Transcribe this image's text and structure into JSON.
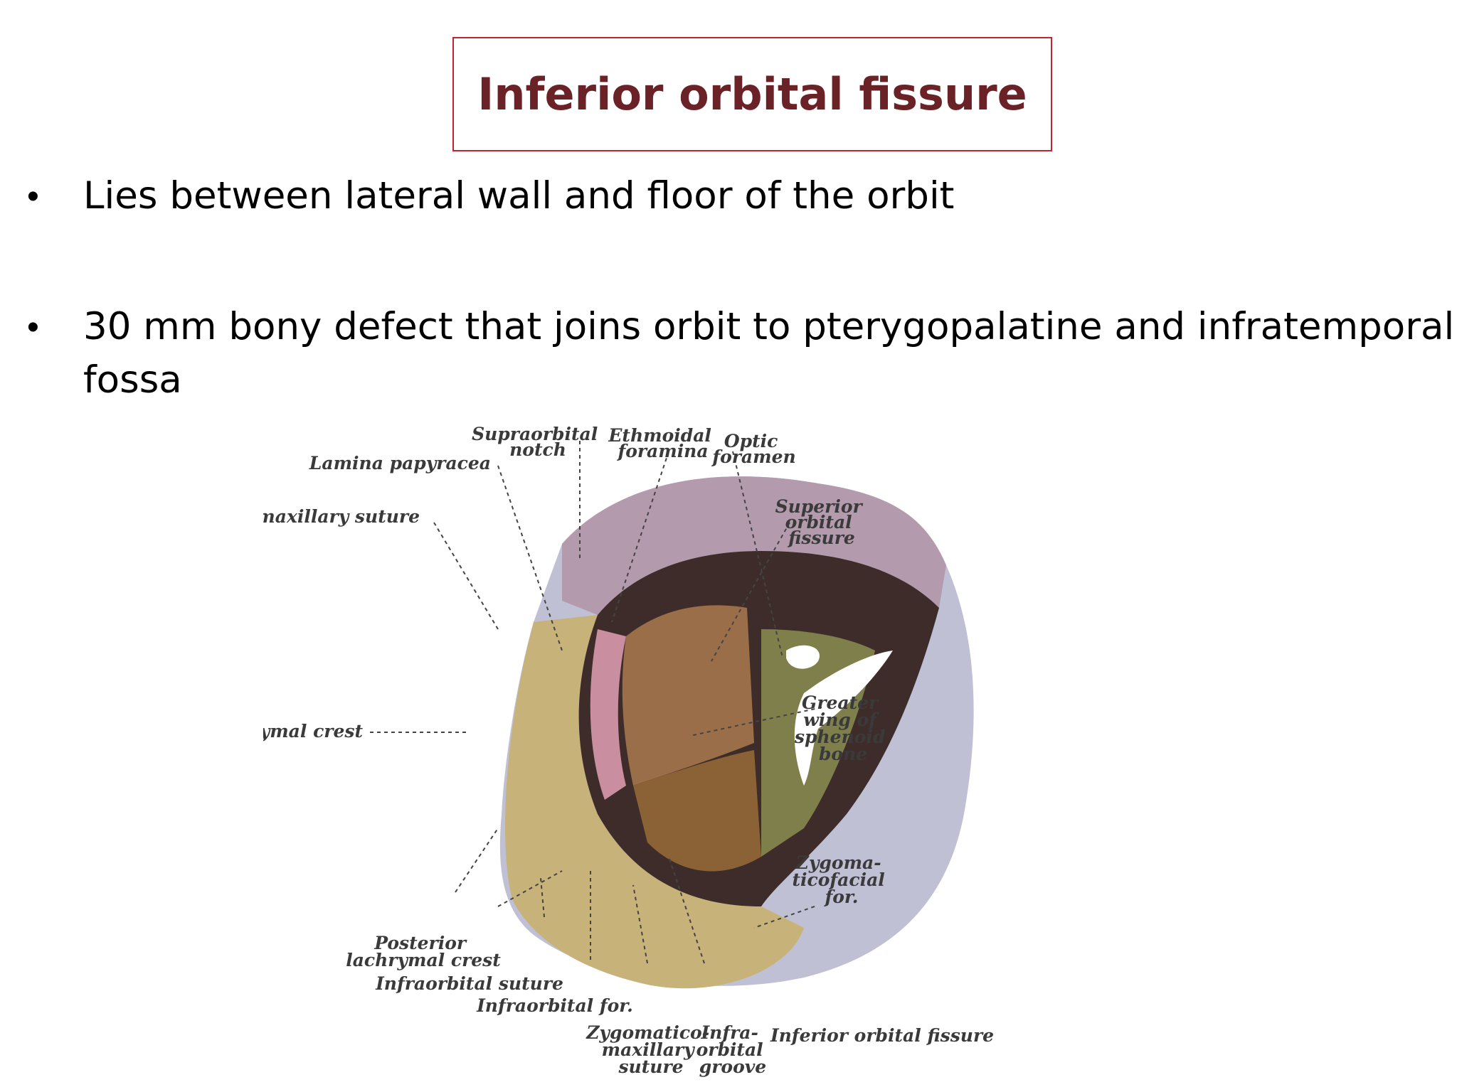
{
  "slide": {
    "title": "Inferior orbital fissure",
    "bullets": [
      {
        "marker": "•",
        "line1": "Lies between lateral wall and floor of the orbit",
        "line2": ""
      },
      {
        "marker": "•",
        "line1": "30 mm bony defect that joins orbit to pterygopalatine  and infratemporal",
        "line2": "fossa"
      }
    ]
  },
  "figure": {
    "labels": {
      "supraorbital_notch": [
        "Supraorbital",
        "notch"
      ],
      "ethmoidal_foramina": [
        "Ethmoidal",
        "foramina"
      ],
      "optic_foramen": [
        "Optic",
        "foramen"
      ],
      "lamina_papyracea": "Lamina papyracea",
      "frontomaxillary_suture": "Frontomaxillary suture",
      "superior_orbital_fissure": [
        "Superior",
        "orbital",
        "fissure"
      ],
      "anterior_lachrymal_crest": "Anterior lachrymal crest",
      "greater_wing": [
        "Greater",
        "wing of",
        "sphenoid",
        "bone"
      ],
      "zygomaticofacial": [
        "Zygoma-",
        "ticofacial",
        "for."
      ],
      "posterior_lachrymal_crest": [
        "Posterior",
        "lachrymal crest"
      ],
      "infraorbital_suture": "Infraorbital suture",
      "infraorbital_foramen": "Infraorbital for.",
      "zygomaticomaxillary_suture": [
        "Zygomatico-",
        "maxillary",
        "suture"
      ],
      "infraorbital_groove": [
        "Infra-",
        "orbital",
        "groove"
      ],
      "inferior_orbital_fissure": "Inferior orbital fissure"
    },
    "colors": {
      "frontal": "#b49aad",
      "zygomatic": "#bfc0d4",
      "maxilla": "#c7b27a",
      "lacrimal": "#c98fa0",
      "ethmoid": "#9a6e48",
      "sphenoid": "#7e7f4a",
      "palatine": "#8a6236",
      "cavity": "#3e2c2a"
    }
  }
}
